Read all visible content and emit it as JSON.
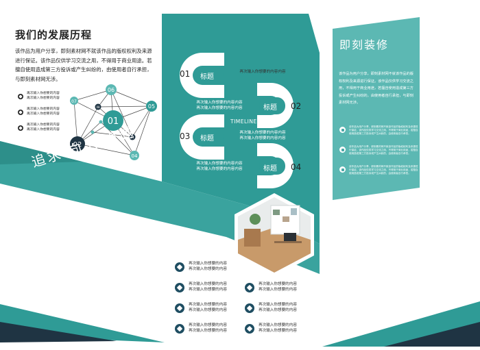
{
  "colors": {
    "teal": "#2f9b96",
    "teal_light": "#5cb8b3",
    "dark": "#1f3443",
    "navy": "#1f4e62"
  },
  "header": {
    "title": "我们的发展历程",
    "intro": "该作品为用户分享，即刻素材网不就该作品的版权权利及来源进行保证。该作品仅供学习交流之用，不得用于商业用途。若擅自使用造成第三方投诉或产生纠纷的，由使用者自行承担，与即刻素材网无涉。"
  },
  "legend": [
    {
      "line1": "再次输入你想要的内容",
      "line2": "再次输入你想要的内容"
    },
    {
      "line1": "再次输入你想要的内容",
      "line2": "再次输入你想要的内容"
    },
    {
      "line1": "再次输入你想要的内容",
      "line2": "再次输入你想要的内容"
    }
  ],
  "network": {
    "center": "01",
    "nodes": [
      "02",
      "04",
      "05",
      "06",
      "07",
      "08",
      "11"
    ]
  },
  "slogan": "追求 向上 卓越",
  "timeline": {
    "label": "TIMELINE",
    "steps": [
      {
        "num": "01",
        "tag": "标题",
        "text1": "再次输入你想要的内容内容",
        "text2": ""
      },
      {
        "num": "02",
        "tag": "标题",
        "text1": "再次输入你想要的内容内容",
        "text2": "再次输入你想要的内容内容"
      },
      {
        "num": "03",
        "tag": "标题",
        "text1": "再次输入你想要的内容内容",
        "text2": "再次输入你想要的内容内容"
      },
      {
        "num": "04",
        "tag": "标题",
        "text1": "再次输入你想要的内容内容",
        "text2": "再次输入你想要的内容内容"
      }
    ]
  },
  "right_panel": {
    "title": "即刻装修",
    "desc": "该作品为用户分享，即刻素材网不就该作品的版权权利及来源进行保证。该作品仅供学习交流之用，不得用于商业用途，若擅自使用造成第三方投诉或产生纠纷的，由使用者自行承担，与即刻素材网无涉。",
    "items": [
      "该作品为用户分享，即刻素材网不就该作品的版权权利及来源进行保证，该作品仅供学习交流之用，不得用于商业用途，若擅自使用造成第三方投诉或产生纠纷的，由使用者自行承担。",
      "该作品为用户分享，即刻素材网不就该作品的版权权利及来源进行保证，该作品仅供学习交流之用，不得用于商业用途，若擅自使用造成第三方投诉或产生纠纷的，由使用者自行承担。",
      "该作品为用户分享，即刻素材网不就该作品的版权权利及来源进行保证，该作品仅供学习交流之用，不得用于商业用途，若擅自使用造成第三方投诉或产生纠纷的，由使用者自行承担。"
    ]
  },
  "bottom_items": [
    {
      "line1": "再次输入你想要的内容",
      "line2": "再次输入你想要的内容"
    },
    {
      "line1": "再次输入你想要的内容",
      "line2": "再次输入你想要的内容"
    },
    {
      "line1": "再次输入你想要的内容",
      "line2": "再次输入你想要的内容"
    },
    {
      "line1": "再次输入你想要的内容",
      "line2": "再次输入你想要的内容"
    },
    {
      "line1": "再次输入你想要的内容",
      "line2": "再次输入你想要的内容"
    },
    {
      "line1": "再次输入你想要的内容",
      "line2": "再次输入你想要的内容"
    },
    {
      "line1": "再次输入你想要的内容",
      "line2": "再次输入你想要的内容"
    }
  ]
}
